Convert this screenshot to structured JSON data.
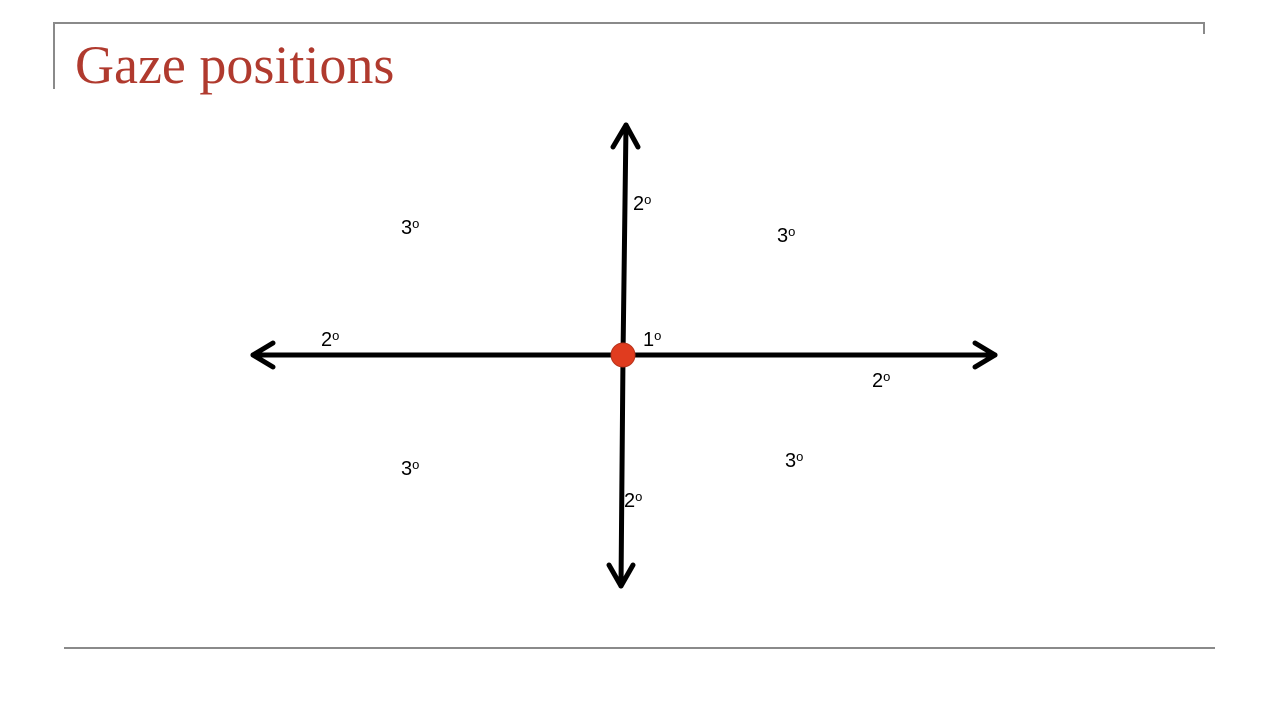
{
  "slide": {
    "title": "Gaze positions"
  },
  "colors": {
    "title": "#b03a2e",
    "axis": "#000000",
    "center_dot": "#e03c1f",
    "rule": "#8a8a8a"
  },
  "diagram": {
    "primary_label": {
      "number": "1",
      "degree": "o"
    },
    "secondary_up": {
      "number": "2",
      "degree": "o"
    },
    "secondary_down": {
      "number": "2",
      "degree": "o"
    },
    "secondary_left": {
      "number": "2",
      "degree": "o"
    },
    "secondary_right": {
      "number": "2",
      "degree": "o"
    },
    "tertiary_upper_left": {
      "number": "3",
      "degree": "o"
    },
    "tertiary_upper_right": {
      "number": "3",
      "degree": "o"
    },
    "tertiary_lower_left": {
      "number": "3",
      "degree": "o"
    },
    "tertiary_lower_right": {
      "number": "3",
      "degree": "o"
    }
  }
}
